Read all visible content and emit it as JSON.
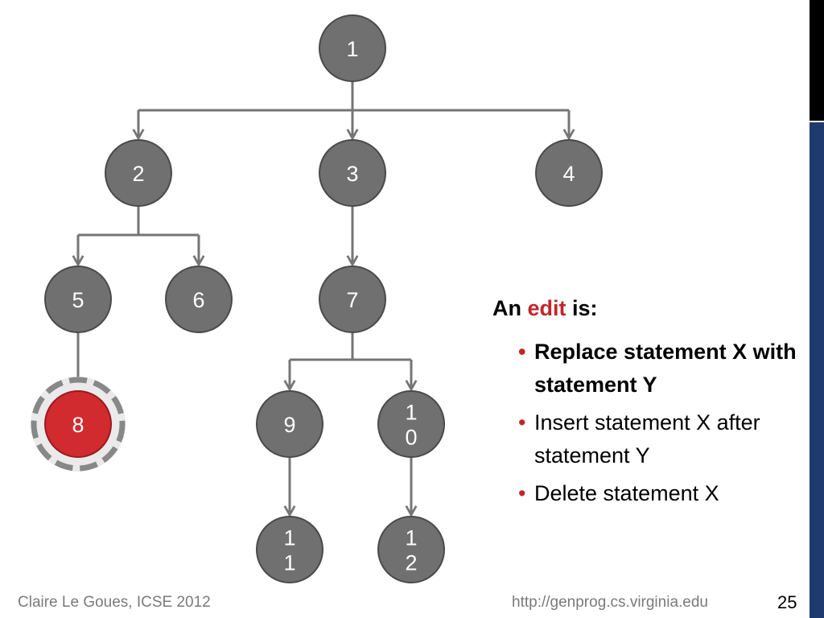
{
  "tree": {
    "nodes": [
      {
        "id": "1",
        "label_lines": [
          "1"
        ],
        "highlighted": false
      },
      {
        "id": "2",
        "label_lines": [
          "2"
        ],
        "highlighted": false
      },
      {
        "id": "3",
        "label_lines": [
          "3"
        ],
        "highlighted": false
      },
      {
        "id": "4",
        "label_lines": [
          "4"
        ],
        "highlighted": false
      },
      {
        "id": "5",
        "label_lines": [
          "5"
        ],
        "highlighted": false
      },
      {
        "id": "6",
        "label_lines": [
          "6"
        ],
        "highlighted": false
      },
      {
        "id": "7",
        "label_lines": [
          "7"
        ],
        "highlighted": false
      },
      {
        "id": "8",
        "label_lines": [
          "8"
        ],
        "highlighted": true
      },
      {
        "id": "9",
        "label_lines": [
          "9"
        ],
        "highlighted": false
      },
      {
        "id": "10",
        "label_lines": [
          "1",
          "0"
        ],
        "highlighted": false
      },
      {
        "id": "11",
        "label_lines": [
          "1",
          "1"
        ],
        "highlighted": false
      },
      {
        "id": "12",
        "label_lines": [
          "1",
          "2"
        ],
        "highlighted": false
      }
    ],
    "edges": [
      {
        "from": "1",
        "to": [
          "2",
          "3",
          "4"
        ]
      },
      {
        "from": "2",
        "to": [
          "5",
          "6"
        ]
      },
      {
        "from": "3",
        "to": [
          "7"
        ]
      },
      {
        "from": "5",
        "to": [
          "8"
        ]
      },
      {
        "from": "7",
        "to": [
          "9",
          "10"
        ]
      },
      {
        "from": "9",
        "to": [
          "11"
        ]
      },
      {
        "from": "10",
        "to": [
          "12"
        ]
      }
    ]
  },
  "colors": {
    "node_fill": "#707070",
    "node_stroke": "#4a4a4a",
    "highlight_fill": "#d12a2f",
    "highlight_ring": "#888888",
    "edge": "#757575",
    "accent": "#c0262c",
    "bar_top": "#000000",
    "bar_bottom": "#1e3a6e"
  },
  "panel": {
    "heading_pre": "An ",
    "heading_accent": "edit",
    "heading_post": " is:",
    "bullet_char": "•",
    "bullets": [
      "Replace statement X with statement Y",
      "Insert statement X after statement Y",
      "Delete statement X"
    ]
  },
  "footer": {
    "author": "Claire Le Goues, ICSE 2012",
    "url": "http://genprog.cs.virginia.edu",
    "page": "25"
  }
}
